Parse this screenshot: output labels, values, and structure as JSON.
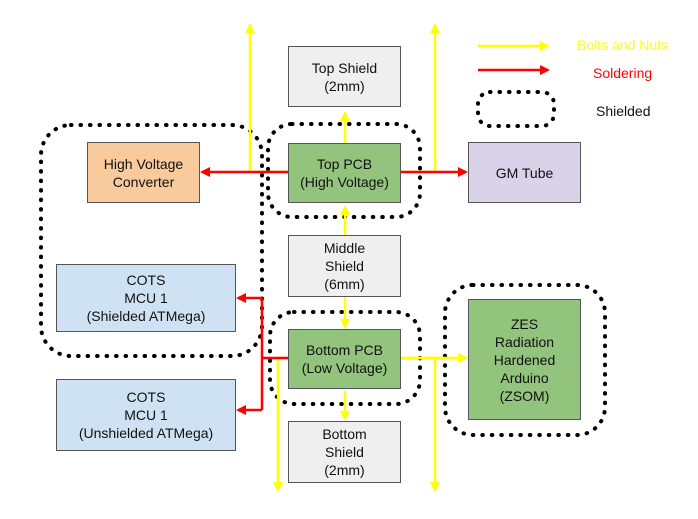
{
  "colors": {
    "bolts": "#ffff00",
    "solder": "#ff0000",
    "green_fill": "#93c47d",
    "grey_fill": "#efefef",
    "blue_fill": "#cfe2f3",
    "orange_fill": "#f9cb9c",
    "purple_fill": "#d9d2e9"
  },
  "boxes": {
    "top_shield": "Top Shield\n(2mm)",
    "top_pcb": "Top PCB\n(High Voltage)",
    "hv_converter": "High Voltage\nConverter",
    "gm_tube": "GM Tube",
    "middle_shield": "Middle\nShield\n(6mm)",
    "mcu_shielded": "COTS\nMCU 1\n(Shielded ATMega)",
    "bottom_pcb": "Bottom PCB\n(Low Voltage)",
    "zes": "ZES\nRadiation\nHardened\nArduino\n(ZSOM)",
    "mcu_unshielded": "COTS\nMCU 1\n(Unshielded ATMega)",
    "bottom_shield": "Bottom\nShield\n(2mm)"
  },
  "legend": {
    "bolts_label": "Bolts and Nuts",
    "solder_label": "Soldering",
    "shielded_label": "Shielded"
  }
}
